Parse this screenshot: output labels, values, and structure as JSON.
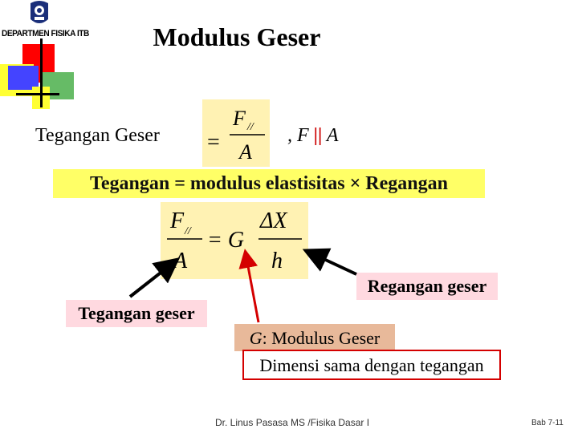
{
  "header": {
    "department": "DEPARTMEN FISIKA ITB",
    "title": "Modulus Geser"
  },
  "definition": {
    "label": "Tegangan Geser",
    "equals": "=",
    "numerator_var": "F",
    "numerator_sub": "//",
    "denominator": "A",
    "condition_prefix": ", F",
    "condition_bar": "||",
    "condition_suffix": "A"
  },
  "banner": {
    "text": "Tegangan = modulus elastisitas × Regangan"
  },
  "formula": {
    "lhs_num": "F",
    "lhs_sub": "//",
    "lhs_den": "A",
    "equals": "= G",
    "rhs_num": "ΔX",
    "rhs_den": "h"
  },
  "callouts": {
    "regangan_geser": "Regangan geser",
    "tegangan_geser": "Tegangan geser",
    "g_var": "G",
    "g_text": ": Modulus Geser",
    "dimensi": "Dimensi sama dengan tegangan"
  },
  "footer": {
    "author": "Dr. Linus Pasasa MS /Fisika Dasar I",
    "page": "Bab 7-11"
  },
  "colors": {
    "accent_red": "#ff0000",
    "accent_yellow": "#ffff33",
    "accent_blue": "#4444ff",
    "accent_green": "#66bb66"
  }
}
